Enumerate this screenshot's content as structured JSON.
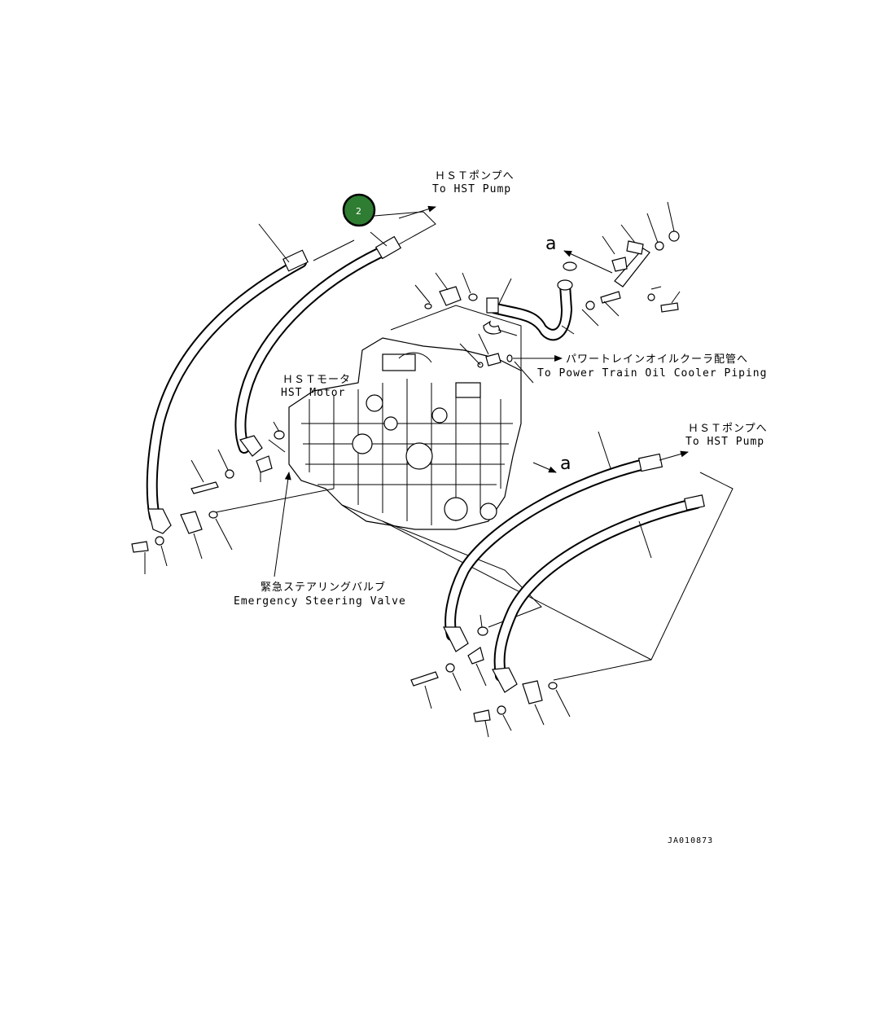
{
  "labels": {
    "hst_pump_top_jp": "ＨＳＴポンプへ",
    "hst_pump_top_en": "To HST Pump",
    "hst_pump_right_jp": "ＨＳＴポンプへ",
    "hst_pump_right_en": "To HST Pump",
    "hst_motor_jp": "ＨＳＴモータ",
    "hst_motor_en": "HST Motor",
    "power_train_jp": "パワートレインオイルクーラ配管へ",
    "power_train_en": "To Power Train Oil Cooler Piping",
    "emergency_jp": "緊急ステアリングバルブ",
    "emergency_en": "Emergency Steering Valve",
    "ref_a_top": "a",
    "ref_a_mid": "a",
    "drawing_code": "JA010873"
  },
  "callout": {
    "number": "2",
    "color": "#2e7d32"
  }
}
